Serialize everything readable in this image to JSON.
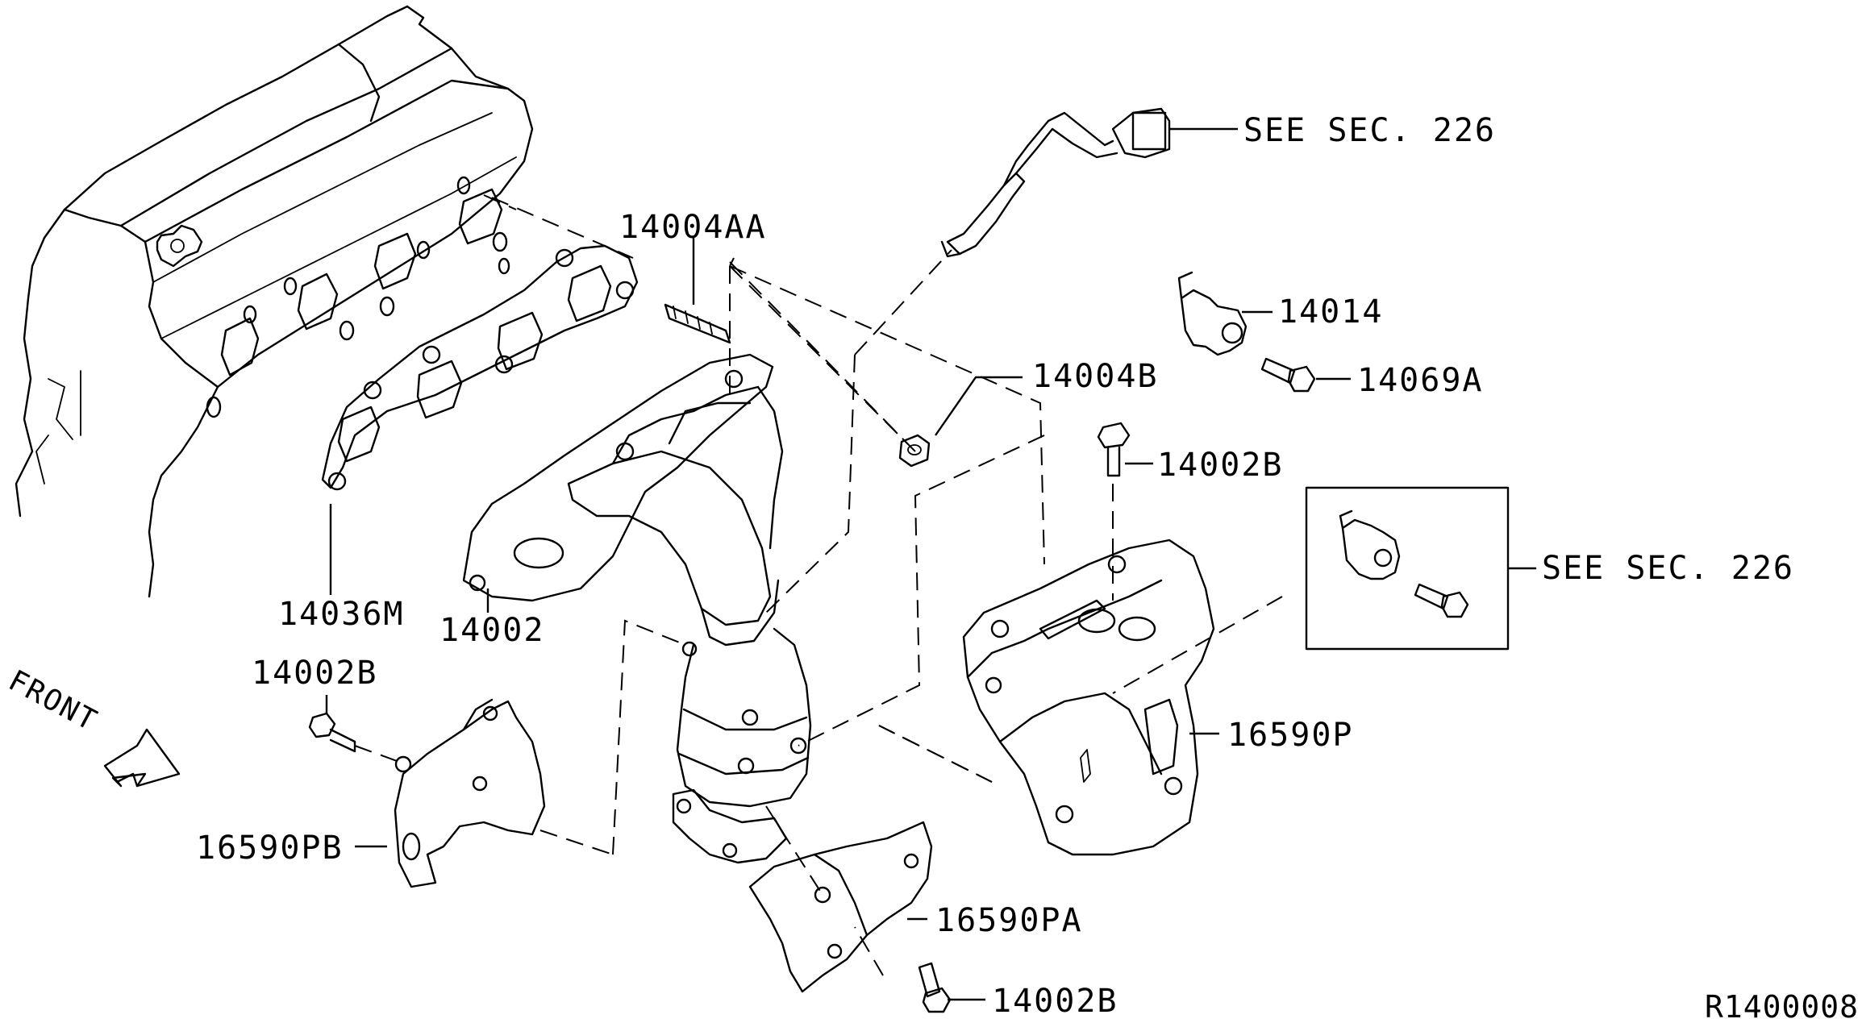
{
  "diagram": {
    "reference_code": "R1400008",
    "front_label": "FRONT",
    "callouts": {
      "sensor_see_sec": "SEE SEC. 226",
      "stud": "14004AA",
      "bracket": "14014",
      "nut": "14004B",
      "bolt_bracket": "14069A",
      "bolt_upper_cover": "14002B",
      "insulator_box_see_sec": "SEE SEC. 226",
      "upper_cover": "16590P",
      "gasket": "14036M",
      "manifold": "14002",
      "bolt_left": "14002B",
      "left_cover": "16590PB",
      "lower_cover": "16590PA",
      "bolt_lower": "14002B"
    }
  }
}
